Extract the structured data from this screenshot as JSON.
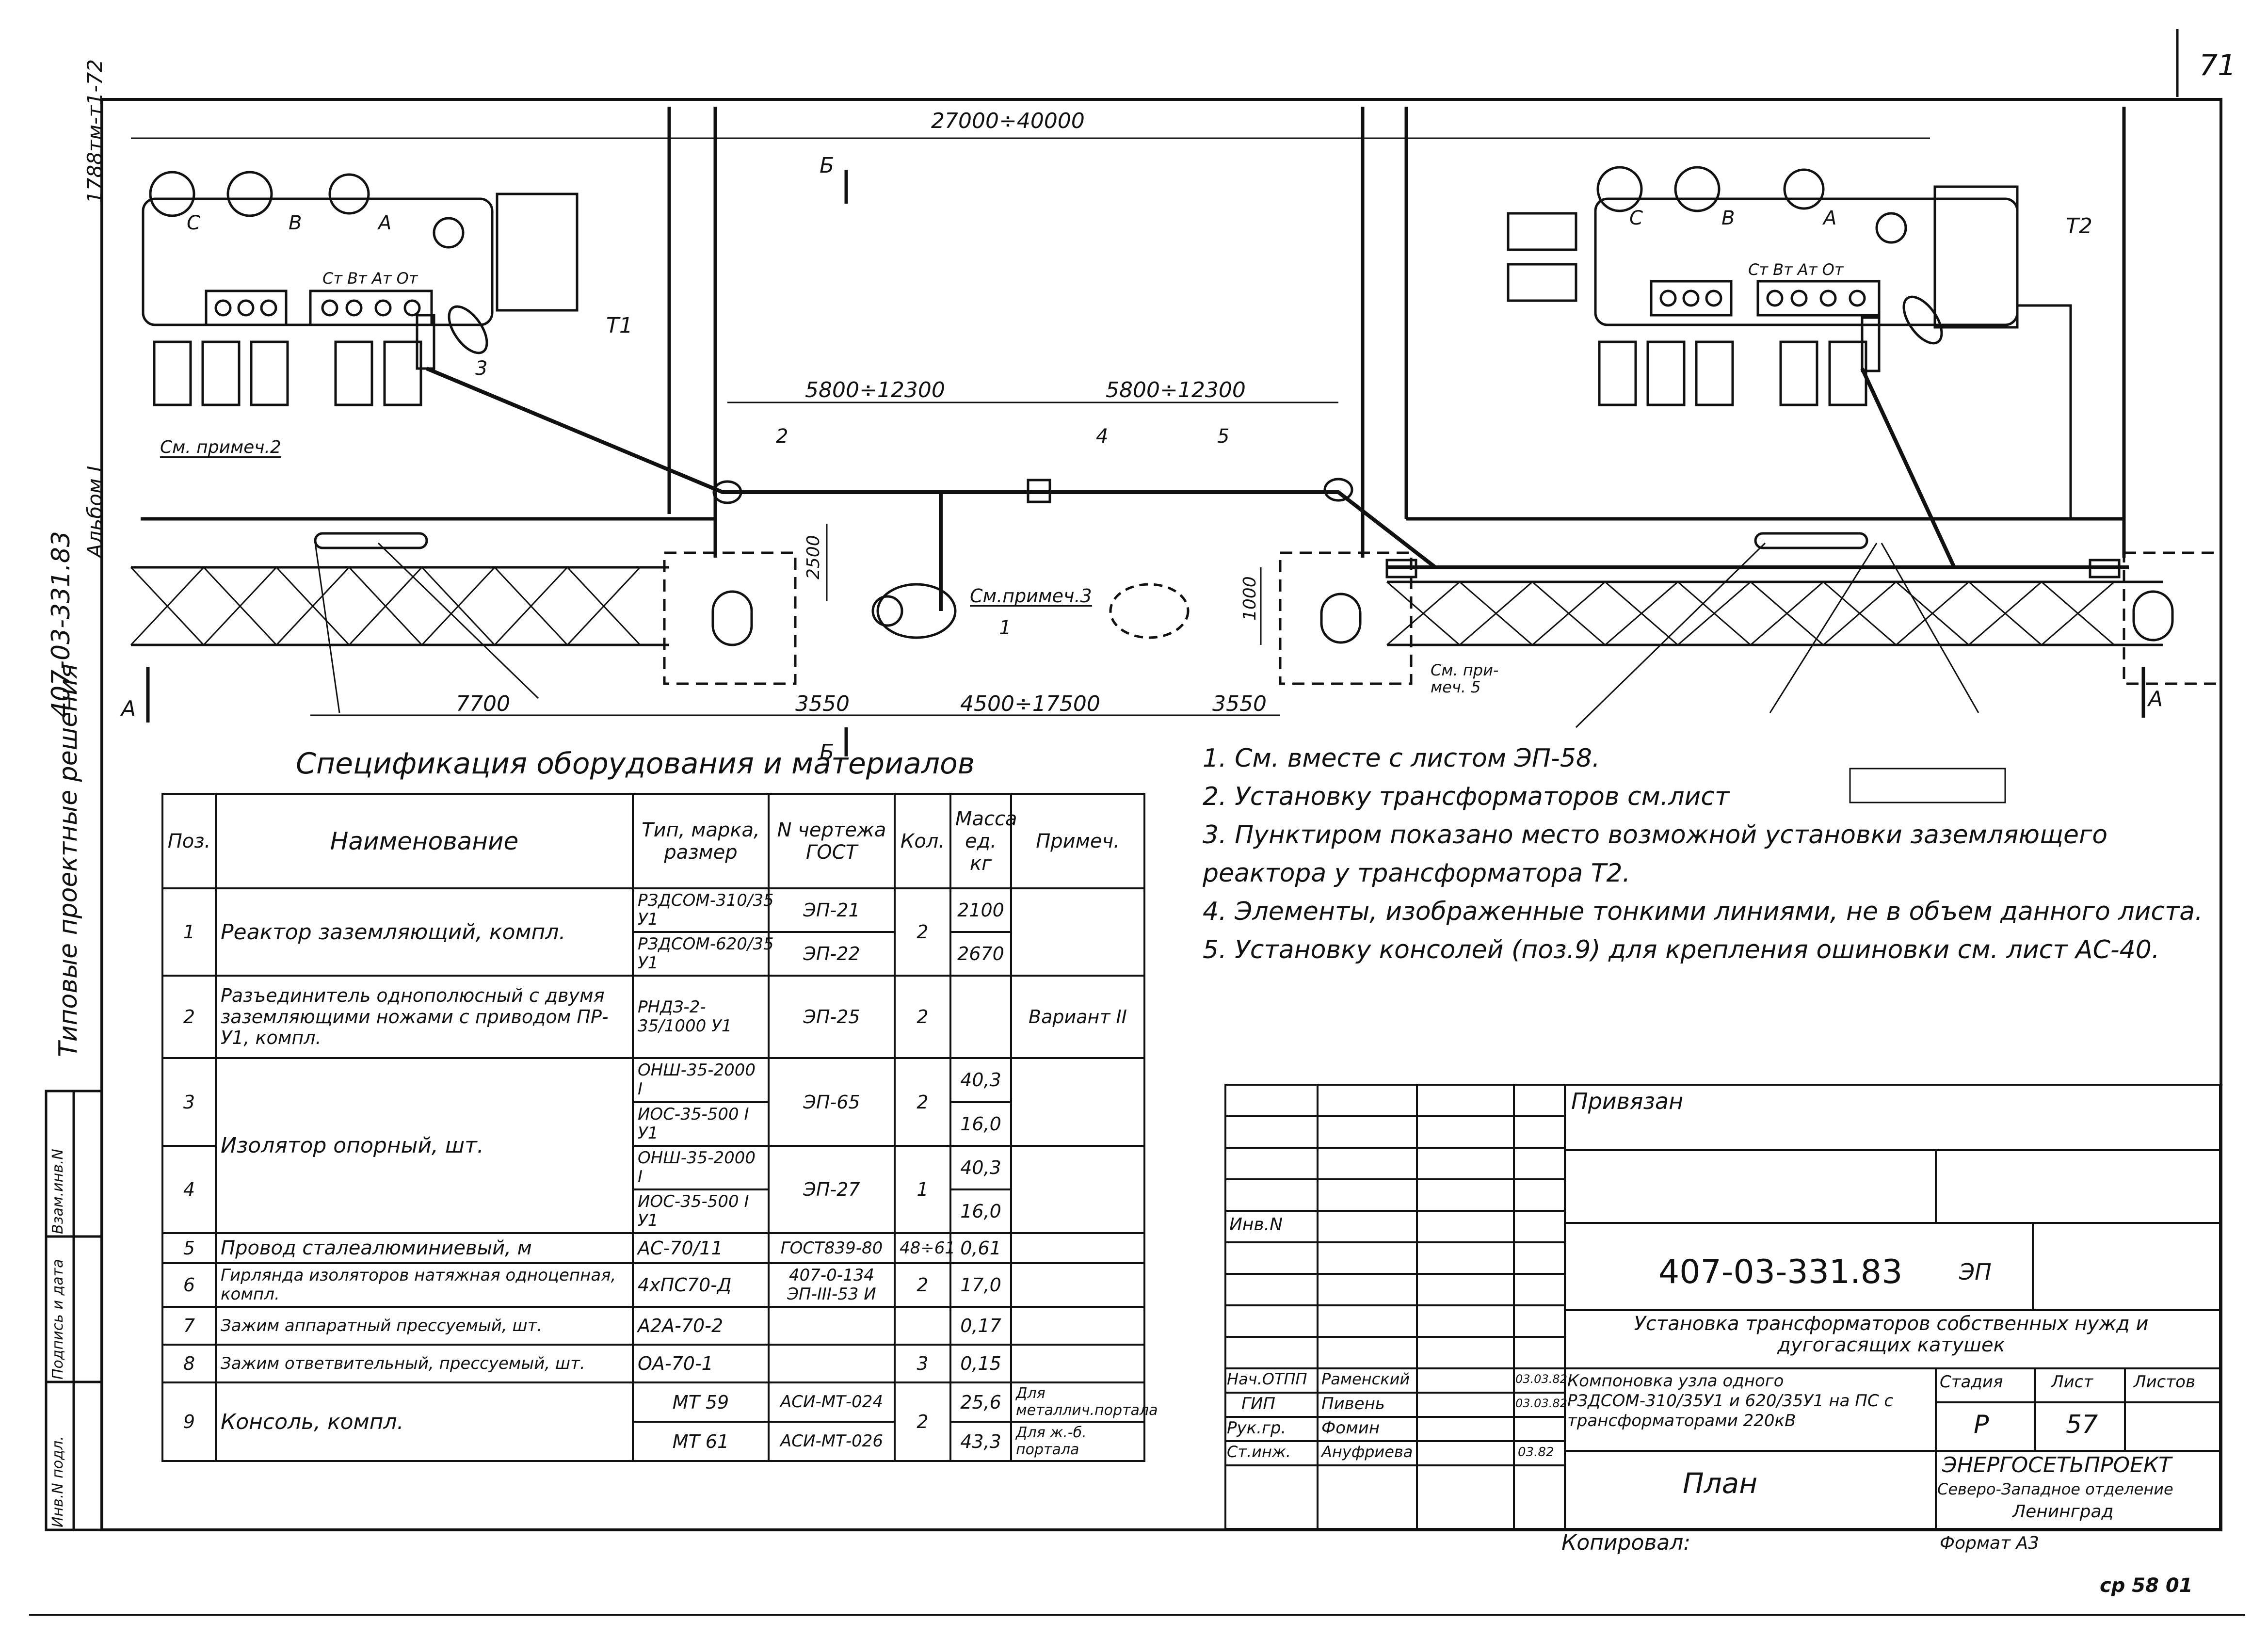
{
  "page": {
    "number": "71",
    "copy_mark": "ср 58 01"
  },
  "side": {
    "album_code": "1788тм-т1-72",
    "album": "Альбом I",
    "project_code": "407-03-331.83",
    "series": "Типовые проектные решения",
    "stamp_cols": [
      "Инв.N подл.",
      "Подпись и дата",
      "Взам.инв.N"
    ]
  },
  "plan": {
    "dim_overall": "27000÷40000",
    "dim_span_left": "5800÷12300",
    "dim_span_right": "5800÷12300",
    "dim_2500": "2500",
    "dim_1000": "1000",
    "dim_7700": "7700",
    "dim_3550_left": "3550",
    "dim_4500": "4500÷17500",
    "dim_3550_right": "3550",
    "section_b": "Б",
    "section_a": "А",
    "phase_c": "С",
    "phase_b": "В",
    "phase_a": "А",
    "t1": "Т1",
    "t2": "Т2",
    "terminals": "Ст Вт Ат От",
    "note_2": "См. примеч.2",
    "note_3": "См.примеч.3",
    "note_5": "См. при- меч. 5",
    "pos_labels": [
      "1",
      "2",
      "3",
      "4",
      "5"
    ]
  },
  "spec": {
    "title": "Спецификация оборудования и материалов",
    "headers": [
      "Поз.",
      "Наименование",
      "Тип, марка, размер",
      "N чертежа ГОСТ",
      "Кол.",
      "Масса ед. кг",
      "Примеч."
    ],
    "rows": [
      {
        "pos": "1",
        "name": "Реактор заземляющий, компл.",
        "type": [
          "РЗДСОМ-310/35 У1",
          "РЗДСОМ-620/35 У1"
        ],
        "doc": [
          "ЭП-21",
          "ЭП-22"
        ],
        "qty": "2",
        "mass": [
          "2100",
          "2670"
        ],
        "note": ""
      },
      {
        "pos": "2",
        "name": "Разъединитель однополюсный с двумя заземляющими ножами с приводом ПР-У1, компл.",
        "type": [
          "РНДЗ-2-35/1000 У1"
        ],
        "doc": [
          "ЭП-25"
        ],
        "qty": "2",
        "mass": [
          ""
        ],
        "note": "Вариант II"
      },
      {
        "pos": "3",
        "name": "Изолятор опорный, шт.",
        "type": [
          "ОНШ-35-2000 I",
          "ИОС-35-500 I У1"
        ],
        "doc": [
          "ЭП-65"
        ],
        "qty": "2",
        "mass": [
          "40,3",
          "16,0"
        ],
        "note": ""
      },
      {
        "pos": "4",
        "name": "",
        "type": [
          "ОНШ-35-2000 I",
          "ИОС-35-500 I У1"
        ],
        "doc": [
          "ЭП-27"
        ],
        "qty": "1",
        "mass": [
          "40,3",
          "16,0"
        ],
        "note": ""
      },
      {
        "pos": "5",
        "name": "Провод сталеалюминиевый, м",
        "type": [
          "АС-70/11"
        ],
        "doc": [
          "ГОСТ839-80"
        ],
        "qty": "48÷61",
        "mass": [
          "0,61"
        ],
        "note": ""
      },
      {
        "pos": "6",
        "name": "Гирлянда изоляторов натяжная одноцепная, компл.",
        "type": [
          "4хПС70-Д"
        ],
        "doc": [
          "407-0-134",
          "ЭП-III-53 И"
        ],
        "qty": "2",
        "mass": [
          "17,0"
        ],
        "note": ""
      },
      {
        "pos": "7",
        "name": "Зажим аппаратный прессуемый, шт.",
        "type": [
          "А2А-70-2"
        ],
        "doc": [
          ""
        ],
        "qty": "",
        "mass": [
          "0,17"
        ],
        "note": ""
      },
      {
        "pos": "8",
        "name": "Зажим ответвительный, прессуемый, шт.",
        "type": [
          "ОА-70-1"
        ],
        "doc": [
          ""
        ],
        "qty": "3",
        "mass": [
          "0,15"
        ],
        "note": ""
      },
      {
        "pos": "9",
        "name": "Консоль, компл.",
        "type": [
          "МТ 59",
          "МТ 61"
        ],
        "doc": [
          "АСИ-МТ-024",
          "АСИ-МТ-026"
        ],
        "qty": "2",
        "mass": [
          "25,6",
          "43,3"
        ],
        "note": [
          "Для металлич.портала",
          "Для ж.-б. портала"
        ]
      }
    ]
  },
  "notes": [
    "1. См. вместе с листом ЭП-58.",
    "2. Установку трансформаторов см.лист",
    "3. Пунктиром показано место возможной установки заземляющего реактора у трансформатора Т2.",
    "4. Элементы, изображенные тонкими линиями, не в объем данного листа.",
    "5. Установку консолей (поз.9) для крепления ошиновки см. лист АС-40."
  ],
  "title_block": {
    "privyazan": "Привязан",
    "inv": "Инв.N",
    "doc_code": "407-03-331.83",
    "doc_mark": "ЭП",
    "title": "Установка трансформаторов собственных нужд и дугогасящих катушек",
    "subtitle": "Компоновка узла одного РЗДСОМ-310/35У1 и 620/35У1 на ПС с трансформаторами 220кВ",
    "stage_label": "Стадия",
    "sheet_label": "Лист",
    "sheets_label": "Листов",
    "stage": "Р",
    "sheet": "57",
    "sheets": "",
    "drawing_name": "План",
    "org_name": "ЭНЕРГОСЕТЬПРОЕКТ",
    "org_branch": "Северо-Западное отделение",
    "org_city": "Ленинград",
    "signers": [
      {
        "role": "Нач.ОТПП",
        "name": "Раменский",
        "date": "03.03.82"
      },
      {
        "role": "ГИП",
        "name": "Пивень",
        "date": "03.03.82"
      },
      {
        "role": "Рук.гр.",
        "name": "Фомин",
        "date": ""
      },
      {
        "role": "Ст.инж.",
        "name": "Ануфриева",
        "date": "03.82"
      }
    ],
    "copied": "Копировал:",
    "format": "Формат А3"
  }
}
